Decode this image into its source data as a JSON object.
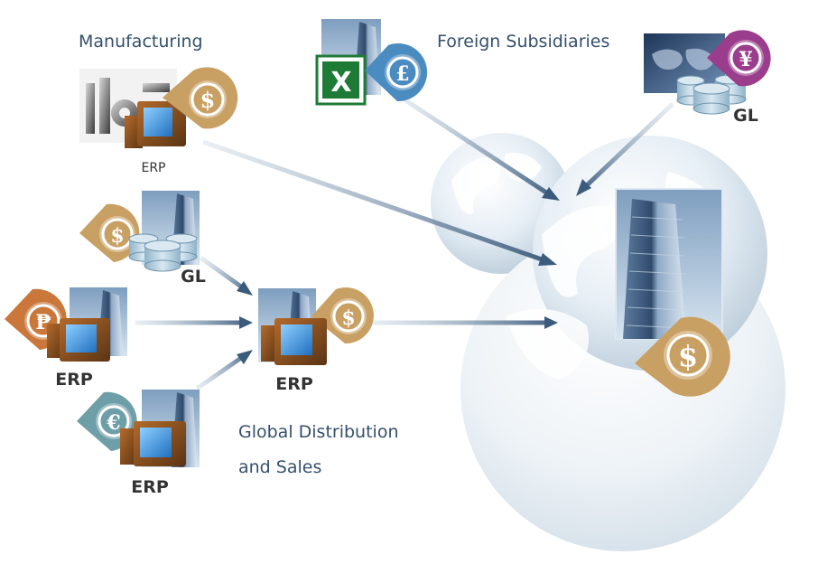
{
  "labels": {
    "manufacturing": "Manufacturing",
    "foreign_subsidiaries": "Foreign Subsidiaries",
    "global_distribution_line1": "Global Distribution",
    "global_distribution_line2": "and Sales"
  },
  "systems": {
    "manufacturing_erp": "ERP",
    "foreign_gl": "GL",
    "gl_node": "GL",
    "peso_erp": "ERP",
    "euro_erp": "ERP",
    "distribution_erp": "ERP"
  },
  "currency": {
    "dollar": "$",
    "pound": "£",
    "yen": "¥",
    "peso": "₱",
    "euro": "€"
  },
  "colors": {
    "dollar": "#c9a063",
    "pound": "#4a8bc0",
    "yen": "#9a3d8c",
    "peso": "#c9773a",
    "euro": "#6e9fa8",
    "excel": "#1e7b36",
    "label": "#34506c"
  }
}
